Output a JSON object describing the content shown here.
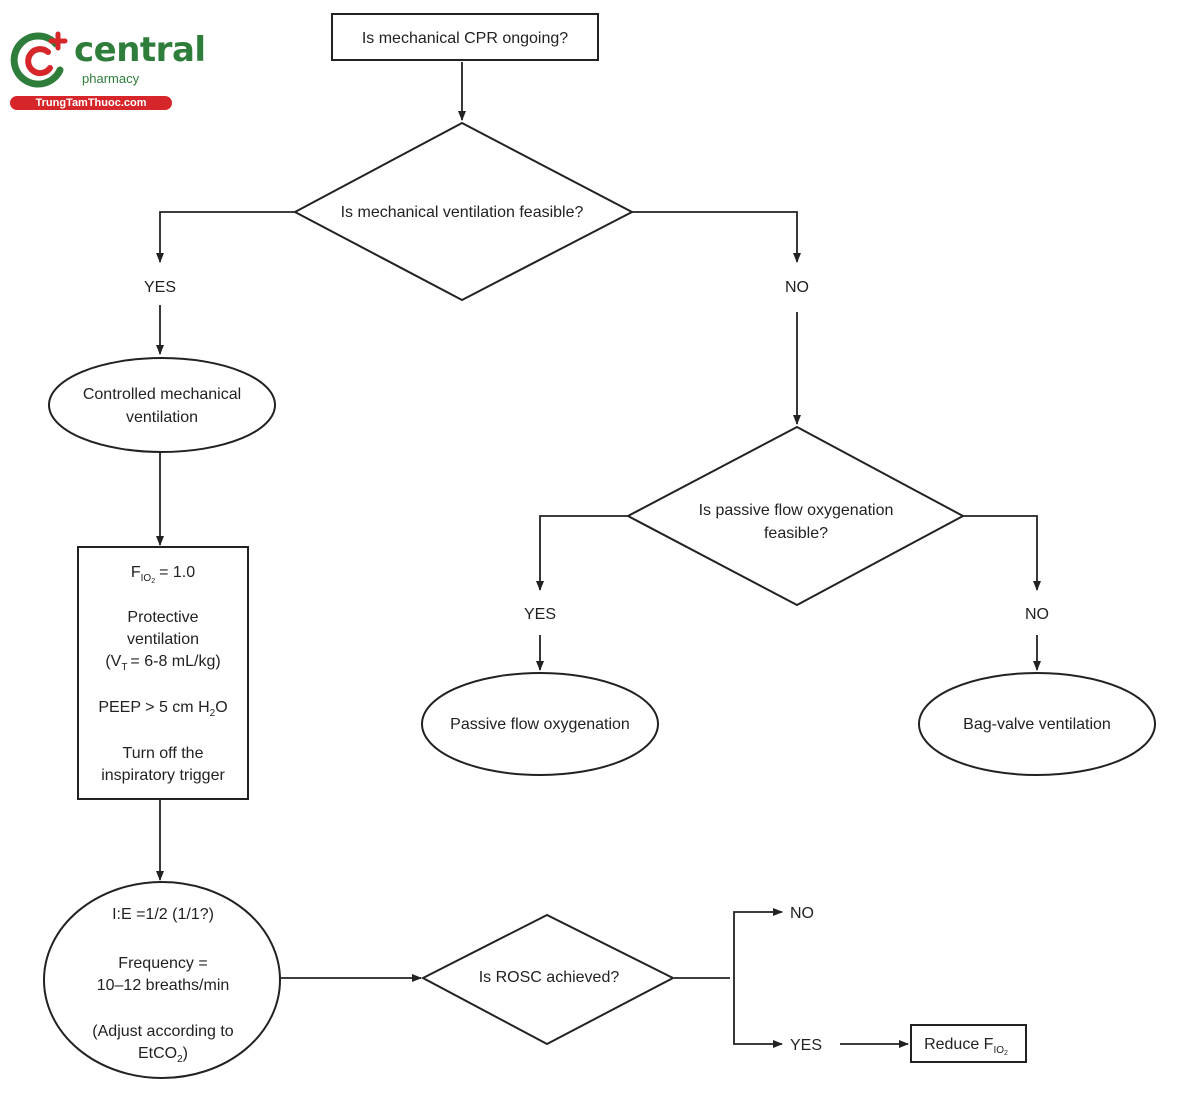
{
  "logo": {
    "name": "central",
    "tagline": "pharmacy",
    "website": "TrungTamThuoc.com",
    "colors": {
      "green": "#2e7d3a",
      "red": "#d7262a"
    }
  },
  "nodes": {
    "mech_cpr": "Is mechanical CPR ongoing?",
    "mech_vent_feasible": "Is mechanical ventilation feasible?",
    "yes_left": "YES",
    "no_right": "NO",
    "controlled_vent": [
      "Controlled mechanical",
      "ventilation"
    ],
    "settings": {
      "fio2_base": "F",
      "fio2_sub": "IO",
      "fio2_subsub": "2",
      "fio2_value": "= 1.0",
      "protective_1": "Protective",
      "protective_2": "ventilation",
      "vt_open": "(V",
      "vt_sub": "T",
      "vt_value": "= 6-8 mL/kg)",
      "peep_pre": "PEEP > 5 cm H",
      "peep_sub": "2",
      "peep_post": "O",
      "trigger_1": "Turn off the",
      "trigger_2": "inspiratory trigger"
    },
    "passive_feasible": [
      "Is passive flow oxygenation",
      "feasible?"
    ],
    "yes_passive": "YES",
    "no_passive": "NO",
    "passive_flow": "Passive flow oxygenation",
    "bag_valve": "Bag-valve ventilation",
    "ie_ratio": "I:E =1/2 (1/1?)",
    "frequency_1": "Frequency =",
    "frequency_2": "10–12 breaths/min",
    "adjust_1": "(Adjust according to",
    "adjust_2_pre": "EtCO",
    "adjust_2_sub": "2",
    "adjust_2_post": ")",
    "rosc": "Is ROSC achieved?",
    "rosc_no": "NO",
    "rosc_yes": "YES",
    "reduce_pre": "Reduce F",
    "reduce_sub": "IO",
    "reduce_subsub": "2"
  }
}
